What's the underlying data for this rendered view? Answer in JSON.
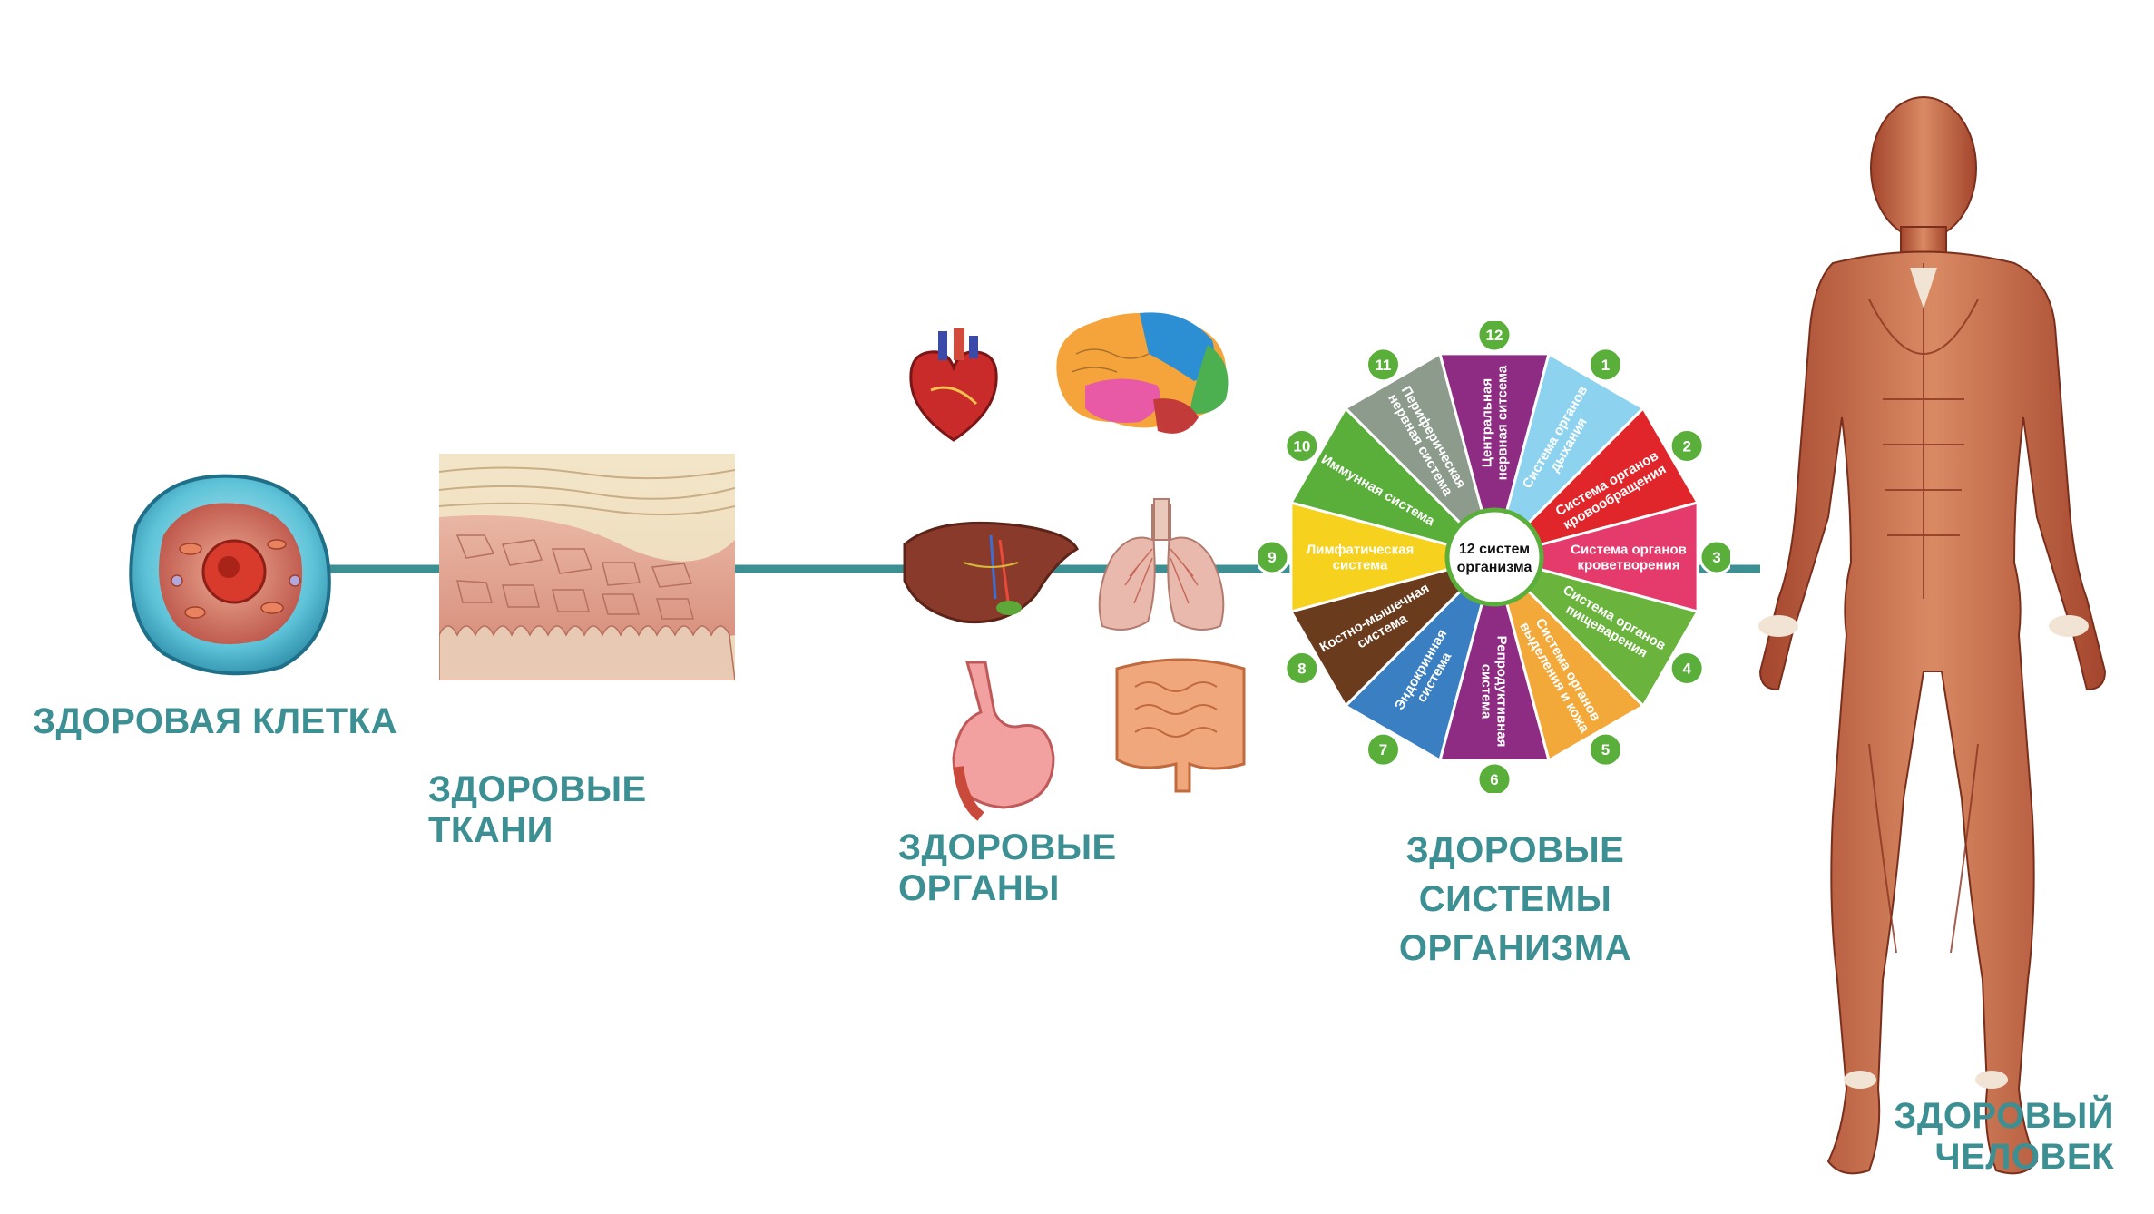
{
  "stages": {
    "cell": "ЗДОРОВАЯ  КЛЕТКА",
    "tissues": "ЗДОРОВЫЕ ТКАНИ",
    "organs": "ЗДОРОВЫЕ ОРГАНЫ",
    "systems": "ЗДОРОВЫЕ СИСТЕМЫ\nОРГАНИЗМА",
    "person": "ЗДОРОВЫЙ ЧЕЛОВЕК"
  },
  "wheel": {
    "center": [
      "12 систем",
      "организма"
    ],
    "segments": [
      {
        "num": "1",
        "color": "#8dd3f0",
        "lines": [
          "Система органов",
          "дыхания"
        ]
      },
      {
        "num": "2",
        "color": "#e0262a",
        "lines": [
          "Система органов",
          "кровообращения"
        ]
      },
      {
        "num": "3",
        "color": "#e43a6c",
        "lines": [
          "Система органов",
          "кроветворения"
        ]
      },
      {
        "num": "4",
        "color": "#6ab33c",
        "lines": [
          "Система органов",
          "пищеварения"
        ]
      },
      {
        "num": "5",
        "color": "#f3a93a",
        "lines": [
          "Система органов",
          "выделения и кожа"
        ]
      },
      {
        "num": "6",
        "color": "#8e2b83",
        "lines": [
          "Репродуктивная",
          "система"
        ]
      },
      {
        "num": "7",
        "color": "#3a7fc1",
        "lines": [
          "Эндокринная",
          "система"
        ]
      },
      {
        "num": "8",
        "color": "#6b3b1d",
        "lines": [
          "Костно-мышечная",
          "система"
        ]
      },
      {
        "num": "9",
        "color": "#f6d21f",
        "lines": [
          "Лимфатическая",
          "система"
        ]
      },
      {
        "num": "10",
        "color": "#5aae3a",
        "lines": [
          "Иммунная система"
        ]
      },
      {
        "num": "11",
        "color": "#8c9b8c",
        "lines": [
          "Периферическая",
          "нервная система"
        ]
      },
      {
        "num": "12",
        "color": "#8e2b83",
        "lines": [
          "Центральная",
          "нервная ситсема"
        ]
      }
    ],
    "badge_color": "#5aae3a"
  },
  "colors": {
    "connector": "#3c8f92",
    "label": "#3c8f92"
  }
}
